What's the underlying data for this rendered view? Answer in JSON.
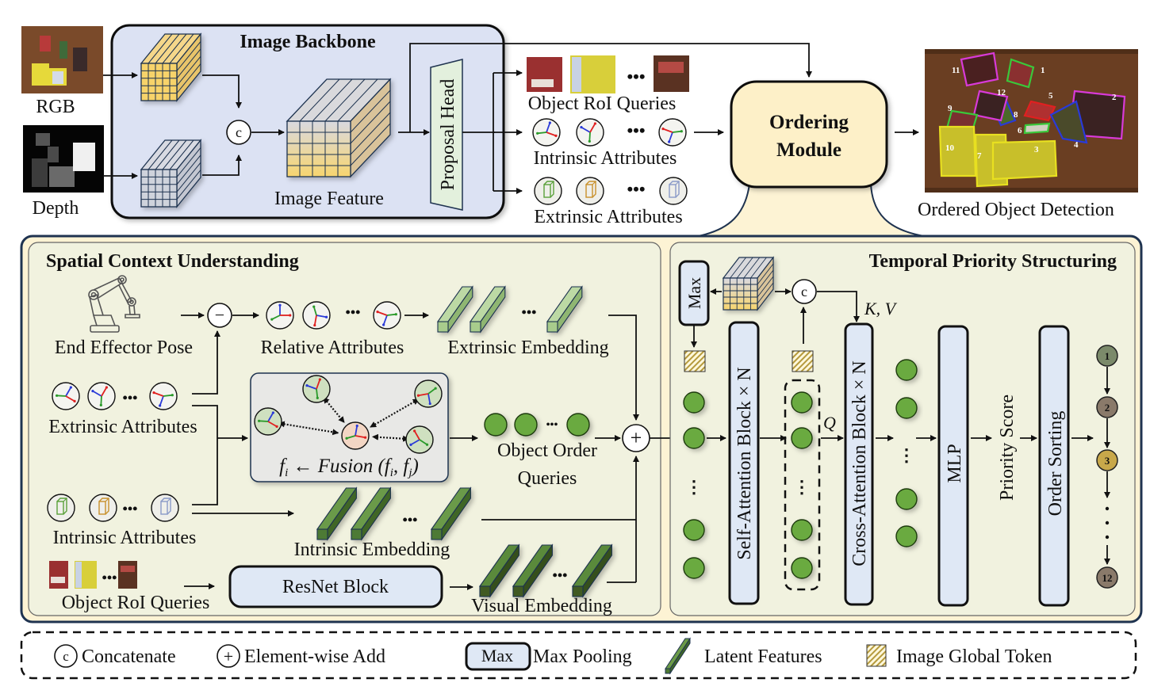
{
  "colors": {
    "backbone_bg": "#dce2f3",
    "module_bg": "#fdf3d4",
    "panel_bg": "#f1f2df",
    "outer_border": "#1f3350",
    "block_bg": "#dfe8f5",
    "proposal_bg": "#e3f0dd",
    "green_token": "#6aaa3f",
    "light_embed": "#a8cc8c",
    "dark_embed": "#4e7a34",
    "feature_yellow": "#f5d57a",
    "feature_gray": "#c9ccd6"
  },
  "top": {
    "inputs": {
      "rgb_label": "RGB",
      "depth_label": "Depth"
    },
    "backbone": {
      "title": "Image Backbone",
      "feature_label": "Image Feature",
      "concat_symbol": "c",
      "proposal_head_label": "Proposal Head"
    },
    "outputs": {
      "roi_label": "Object RoI Queries",
      "intrinsic_label": "Intrinsic Attributes",
      "extrinsic_label": "Extrinsic Attributes",
      "ellipsis": "•••"
    },
    "ordering_module": {
      "line1": "Ordering",
      "line2": "Module"
    },
    "result": {
      "label": "Ordered Object Detection",
      "box_numbers": [
        "1",
        "2",
        "3",
        "4",
        "5",
        "6",
        "7",
        "8",
        "9",
        "10",
        "11",
        "12"
      ]
    }
  },
  "spatial": {
    "title": "Spatial Context Understanding",
    "end_effector_label": "End Effector Pose",
    "minus_symbol": "−",
    "relative_label": "Relative Attributes",
    "extrinsic_embedding_label": "Extrinsic Embedding",
    "extrinsic_attr_label": "Extrinsic Attributes",
    "fusion_formula": {
      "lhs": "f",
      "lhs_sub": "i",
      "arrow": " ← ",
      "fn": "Fusion",
      "args": "(f",
      "a1": "i",
      "comma": ", f",
      "a2": "j",
      "close": ")"
    },
    "order_queries_line1": "Object Order",
    "order_queries_line2": "Queries",
    "plus_symbol": "+",
    "intrinsic_attr_label": "Intrinsic Attributes",
    "intrinsic_embedding_label": "Intrinsic Embedding",
    "roi_label": "Object RoI Queries",
    "resnet_label": "ResNet Block",
    "visual_embedding_label": "Visual Embedding",
    "dots": "•••"
  },
  "temporal": {
    "title": "Temporal Priority Structuring",
    "max_label": "Max",
    "concat_symbol": "c",
    "kv_label": "K, V",
    "q_label": "Q",
    "self_attention_label": "Self-Attention Block × N",
    "cross_attention_label": "Cross-Attention Block × N",
    "mlp_label": "MLP",
    "priority_score_label": "Priority Score",
    "order_sorting_label": "Order Sorting",
    "order_nodes": [
      "1",
      "2",
      "3",
      "12"
    ]
  },
  "legend": {
    "concat_symbol": "c",
    "concat_label": "Concatenate",
    "add_symbol": "+",
    "add_label": "Element-wise Add",
    "max_symbol": "Max",
    "max_label": "Max Pooling",
    "latent_label": "Latent Features",
    "global_token_label": "Image Global Token"
  }
}
